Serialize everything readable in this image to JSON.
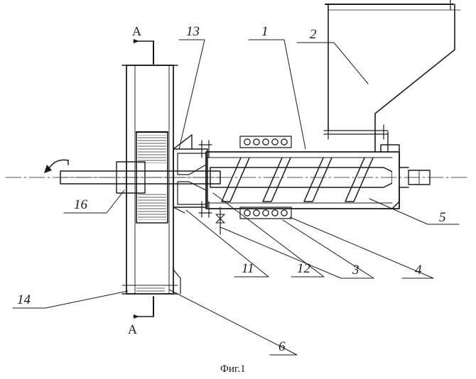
{
  "figure": {
    "caption": "Фиг.1",
    "section_top": "А",
    "section_bottom": "А"
  },
  "labels": {
    "n1": "1",
    "n2": "2",
    "n3": "3",
    "n4": "4",
    "n5": "5",
    "n6": "6",
    "n11": "11",
    "n12": "12",
    "n13": "13",
    "n14": "14",
    "n16": "16"
  }
}
